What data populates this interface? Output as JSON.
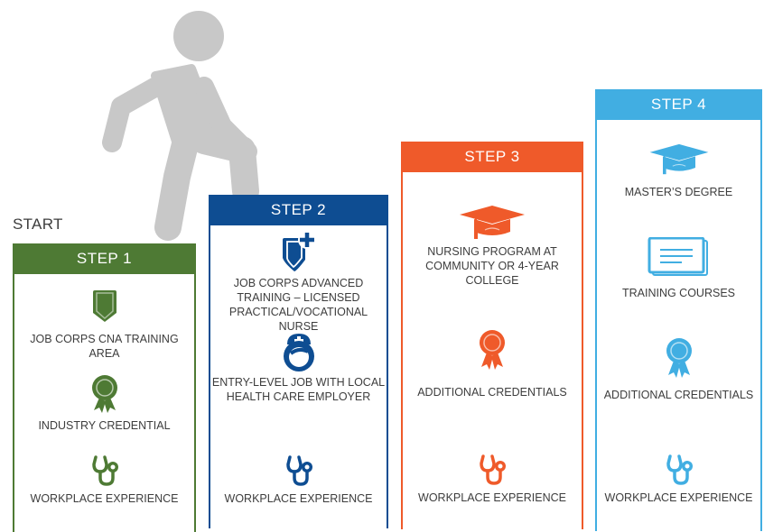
{
  "start_label": "START",
  "colors": {
    "step1": "#4e7a34",
    "step2": "#0e4d92",
    "step3": "#ef5a2a",
    "step4": "#41aee2",
    "figure": "#c8c8c8"
  },
  "steps": [
    {
      "title": "STEP 1",
      "items": [
        {
          "icon": "shield-icon",
          "text": "JOB CORPS CNA TRAINING AREA"
        },
        {
          "icon": "award-ribbon-icon",
          "text": "INDUSTRY CREDENTIAL"
        },
        {
          "icon": "stethoscope-icon",
          "text": "WORKPLACE EXPERIENCE"
        }
      ]
    },
    {
      "title": "STEP 2",
      "items": [
        {
          "icon": "medical-shield-icon",
          "text": "JOB CORPS ADVANCED TRAINING – LICENSED PRACTICAL/VOCATIONAL NURSE"
        },
        {
          "icon": "nurse-icon",
          "text": "ENTRY-LEVEL JOB WITH LOCAL HEALTH CARE EMPLOYER"
        },
        {
          "icon": "stethoscope-icon",
          "text": "WORKPLACE EXPERIENCE"
        }
      ]
    },
    {
      "title": "STEP 3",
      "items": [
        {
          "icon": "graduation-cap-icon",
          "text": "NURSING PROGRAM AT COMMUNITY OR 4-YEAR COLLEGE"
        },
        {
          "icon": "award-ribbon-icon",
          "text": "ADDITIONAL CREDENTIALS"
        },
        {
          "icon": "stethoscope-icon",
          "text": "WORKPLACE EXPERIENCE"
        }
      ]
    },
    {
      "title": "STEP 4",
      "items": [
        {
          "icon": "graduation-cap-icon",
          "text": "MASTER’S DEGREE"
        },
        {
          "icon": "certificate-icon",
          "text": "TRAINING COURSES"
        },
        {
          "icon": "award-ribbon-icon",
          "text": "ADDITIONAL CREDENTIALS"
        },
        {
          "icon": "stethoscope-icon",
          "text": "WORKPLACE EXPERIENCE"
        }
      ]
    }
  ]
}
